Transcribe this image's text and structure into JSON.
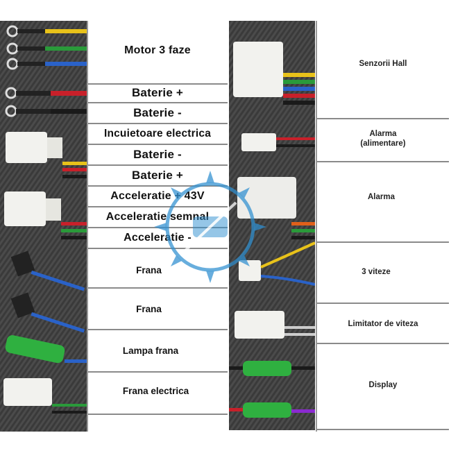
{
  "left_labels": [
    "Motor 3 faze",
    "Baterie +",
    "Baterie -",
    "Incuietoare electrica",
    "Baterie -",
    "Baterie +",
    "Acceleratie + 43V",
    "Acceleratie semnal",
    "Acceleratie -",
    "Frana",
    "Frana",
    "Lampa frana",
    "Frana electrica"
  ],
  "right_labels": [
    "Senzorii Hall",
    "Alarma\n(alimentare)",
    "Alarma",
    "3 viteze",
    "Limitator de viteza",
    "Display"
  ],
  "colors": {
    "photo_bg": "#4a4a4a",
    "wire_red": "#c8202a",
    "wire_yellow": "#e8c21a",
    "wire_blue": "#2a62c8",
    "wire_green": "#2a9a3a",
    "connector_white": "#f2f2ee",
    "watermark_blue": "#2f8fd0"
  }
}
